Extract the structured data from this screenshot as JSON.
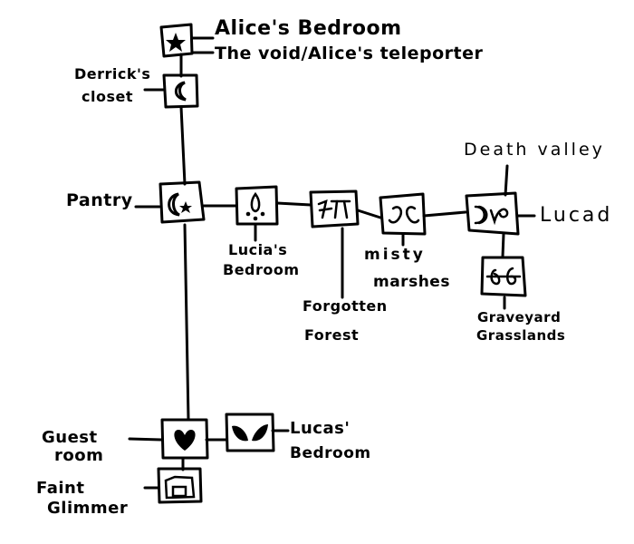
{
  "title": "Hand-drawn room map",
  "colors": {
    "ink": "#000000",
    "paper": "#ffffff"
  },
  "rooms": {
    "alices_bedroom": {
      "name": "Alice's Bedroom",
      "icon": "star-icon"
    },
    "void_teleporter": {
      "name": "The void/Alice's teleporter"
    },
    "derricks_closet": {
      "name": "Derrick's closet",
      "line1": "Derrick's",
      "line2": "closet",
      "icon": "crescent-moon-icon"
    },
    "pantry": {
      "name": "Pantry",
      "icon": "moon-star-icon"
    },
    "lucias_bedroom": {
      "name": "Lucia's Bedroom",
      "line1": "Lucia's",
      "line2": "Bedroom",
      "icon": "flame-icon"
    },
    "forgotten_forest": {
      "name": "Forgotten Forest",
      "line1": "Forgotten",
      "line2": "Forest",
      "icon": "rune-forest-icon"
    },
    "misty_marshes": {
      "name": "Misty Marshes",
      "line1": "misty",
      "line2": "marshes",
      "icon": "rune-marsh-icon"
    },
    "death_valley": {
      "name": "Death valley",
      "icon": "rune-valley-icon"
    },
    "lucad": {
      "name": "Lucad"
    },
    "graveyard_grasslands": {
      "name": "Graveyard Grasslands",
      "line1": "Graveyard",
      "line2": "Grasslands",
      "icon": "rune-graveyard-icon"
    },
    "guest_room": {
      "name": "Guest room",
      "line1": "Guest",
      "line2": "room",
      "icon": "heart-icon"
    },
    "lucas_bedroom": {
      "name": "Lucas' Bedroom",
      "line1": "Lucas'",
      "line2": "Bedroom",
      "icon": "wings-icon"
    },
    "faint_glimmer": {
      "name": "Faint Glimmer",
      "line1": "Faint",
      "line2": "Glimmer",
      "icon": "chest-icon"
    }
  }
}
